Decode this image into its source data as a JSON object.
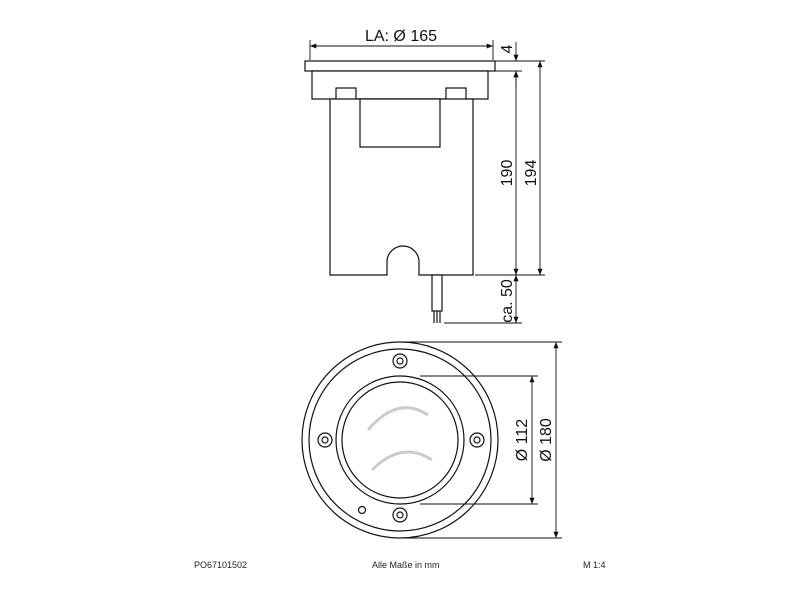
{
  "dimensions": {
    "la_diameter": "LA: Ø 165",
    "rim_thickness": "4",
    "body_height": "190",
    "total_height": "194",
    "cable_length": "ca. 50",
    "inner_diameter": "Ø 112",
    "outer_diameter": "Ø 180"
  },
  "footer": {
    "part_number": "PO67101502",
    "unit_note": "Alle Maße in mm",
    "scale": "M 1:4"
  }
}
